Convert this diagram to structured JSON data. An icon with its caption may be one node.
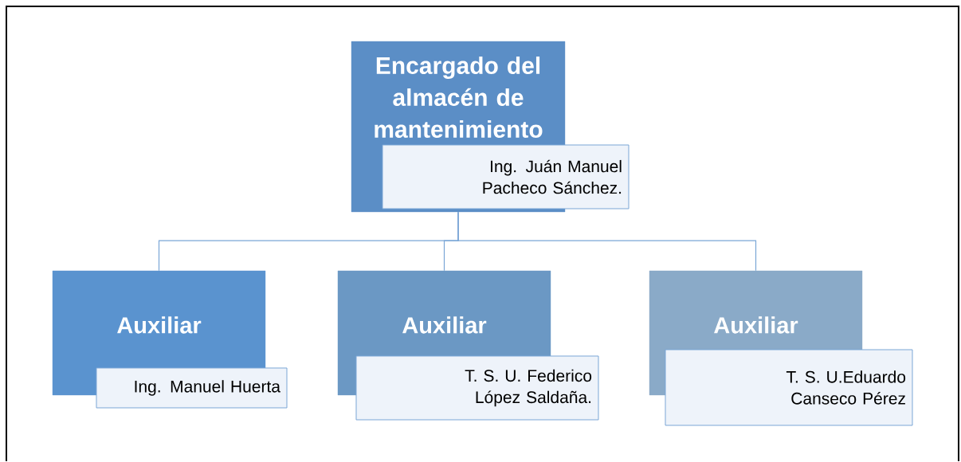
{
  "diagram": {
    "nodes": [
      {
        "text": [
          "Encargado del almacén de mantenimiento"
        ]
      },
      {
        "text": [
          "Ing. Juán Manuel Pacheco Sánchez."
        ]
      },
      {
        "text": [
          "Auxiliar"
        ]
      },
      {
        "text": [
          "Ing. Manuel Huerta"
        ]
      },
      {
        "text": [
          "Auxiliar"
        ]
      },
      {
        "text": [
          "T. S. U. Federico López Saldaña."
        ]
      },
      {
        "text": [
          "Auxiliar"
        ]
      },
      {
        "text": [
          "T. S. U.Eduardo Canseco Pérez"
        ]
      }
    ],
    "edges": [
      {
        "from": 0,
        "to": 2,
        "arrow": "none"
      },
      {
        "from": 0,
        "to": 4,
        "arrow": "none"
      },
      {
        "from": 0,
        "to": 6,
        "arrow": "none"
      }
    ]
  }
}
